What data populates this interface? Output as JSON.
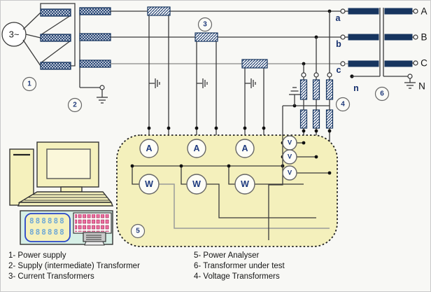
{
  "labels": {
    "source": "3~",
    "meters": {
      "ammeter": "A",
      "wattmeter": "W",
      "voltmeter": "V"
    },
    "terminals": {
      "a": "a",
      "b": "b",
      "c": "c",
      "n": "n",
      "A": "A",
      "B": "B",
      "C": "C",
      "N": "N"
    },
    "callouts": {
      "n1": "1",
      "n2": "2",
      "n3": "3",
      "n4": "4",
      "n5": "5",
      "n6": "6"
    }
  },
  "instrument_display": {
    "row1": "888888",
    "row2": "888888"
  },
  "legend": {
    "left": [
      "1- Power supply",
      "2- Supply (intermediate) Transformer",
      "3- Current Transformers"
    ],
    "right": [
      "5- Power Analyser",
      "6- Transformer under test",
      "4- Voltage Transformers"
    ]
  },
  "colors": {
    "winding_navy": "#17355f",
    "analyser_bg": "#f4f0bc",
    "equipment_yellow": "#f5f1bd",
    "instrument_cyan": "#d6efe6",
    "button_pink": "#ee6fa4",
    "display_digit_blue": "#6fa8d6",
    "phase_c_gray": "#9a9a9a"
  }
}
